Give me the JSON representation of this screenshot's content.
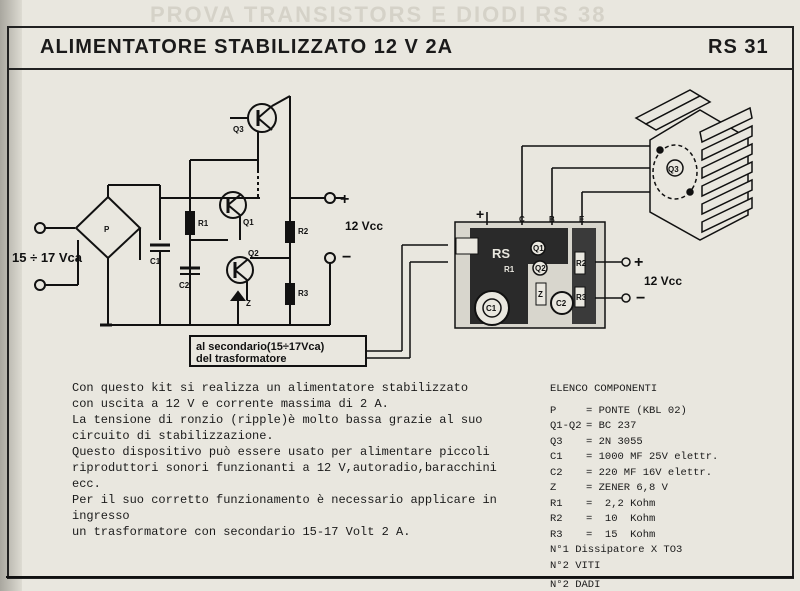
{
  "header": {
    "title": "ALIMENTATORE STABILIZZATO 12 V 2A",
    "code": "RS 31",
    "ghost_text": "PROVA TRANSISTORS E DIODI RS 38"
  },
  "schematic": {
    "input_label": "15 ÷ 17 Vca",
    "output_plus": "+",
    "output_minus": "−",
    "output_label": "12 Vcc",
    "components": [
      "P",
      "C1",
      "C2",
      "R1",
      "R2",
      "R3",
      "Q1",
      "Q2",
      "Q3",
      "Z"
    ],
    "transformer_note_line1": "al secondario(15÷17Vca)",
    "transformer_note_line2": "del trasformatore"
  },
  "pcb": {
    "pads": [
      "C",
      "B",
      "E"
    ],
    "board_label": "RS",
    "plus": "+",
    "minus": "−",
    "output_label": "12 Vcc",
    "parts": [
      "Q1",
      "Q2",
      "R1",
      "R2",
      "R3",
      "C1",
      "C2",
      "Z",
      "Q3"
    ]
  },
  "description": [
    "Con questo kit si realizza un alimentatore stabilizzato",
    "con uscita a 12 V e corrente massima di 2 A.",
    "La tensione di ronzio (ripple)è molto bassa grazie al suo",
    "circuito di stabilizzazione.",
    "Questo dispositivo può essere usato per alimentare piccoli",
    "riproduttori sonori funzionanti a 12 V,autoradio,baracchini ecc.",
    "Per il suo corretto funzionamento è necessario applicare in ingresso",
    "un trasformatore con secondario 15-17 Volt 2 A."
  ],
  "components_list": {
    "title": "ELENCO COMPONENTI",
    "items": [
      {
        "ref": "P",
        "value": "= PONTE (KBL 02)"
      },
      {
        "ref": "Q1-Q2",
        "value": "= BC 237"
      },
      {
        "ref": "Q3",
        "value": "= 2N 3055"
      },
      {
        "ref": "C1",
        "value": "= 1000 MF 25V elettr."
      },
      {
        "ref": "C2",
        "value": "= 220 MF 16V elettr."
      },
      {
        "ref": "Z",
        "value": "= ZENER 6,8 V"
      },
      {
        "ref": "R1",
        "value": "=  2,2 Kohm"
      },
      {
        "ref": "R2",
        "value": "=  10  Kohm"
      },
      {
        "ref": "R3",
        "value": "=  15  Kohm"
      }
    ],
    "extras": [
      "N°1 Dissipatore X TO3",
      "N°2 VITI",
      "N°2 DADI"
    ]
  }
}
